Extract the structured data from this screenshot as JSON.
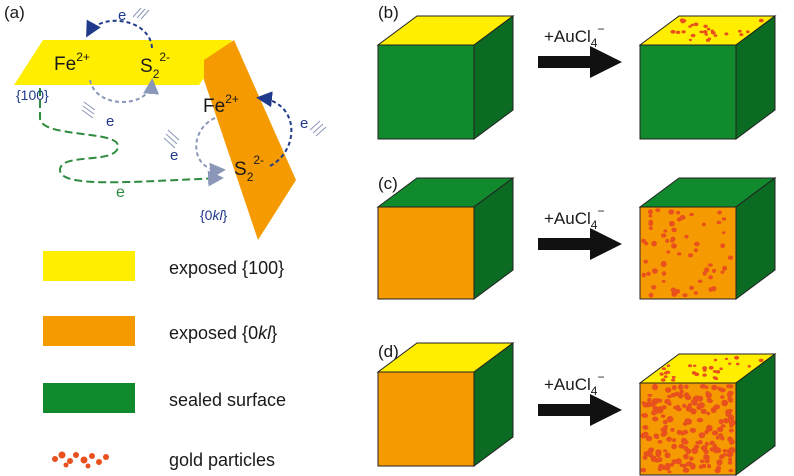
{
  "panels": {
    "a": {
      "label": "(a)",
      "fe": "Fe",
      "fe_sup": "2+",
      "s": "S",
      "s_sub": "2",
      "s_sup": "2-",
      "e": "e",
      "face_100": "{100}",
      "face_0kl_open": "{0",
      "face_0kl_italic": "kl",
      "face_0kl_close": "}"
    },
    "b": {
      "label": "(b)"
    },
    "c": {
      "label": "(c)"
    },
    "d": {
      "label": "(d)"
    }
  },
  "reaction": {
    "prefix": "+AuCl",
    "sub": "4",
    "sup": "−"
  },
  "legend": [
    {
      "color": "#ffee00",
      "text": "exposed {100}"
    },
    {
      "color": "#f59a00",
      "text_before": "exposed {0",
      "text_italic": "kl",
      "text_after": "}"
    },
    {
      "color": "#118a2e",
      "text": "sealed surface"
    },
    {
      "color": "#e8501e",
      "text": "gold particles"
    }
  ],
  "colors": {
    "yellow": "#ffee00",
    "orange": "#f59a00",
    "green": "#118a2e",
    "dark_green": "#0b6b23",
    "gold": "#e8501e",
    "blue_arrow": "#1f3a8a",
    "grey_arrow": "#8a97b8",
    "green_arrow": "#2e8b3e"
  }
}
